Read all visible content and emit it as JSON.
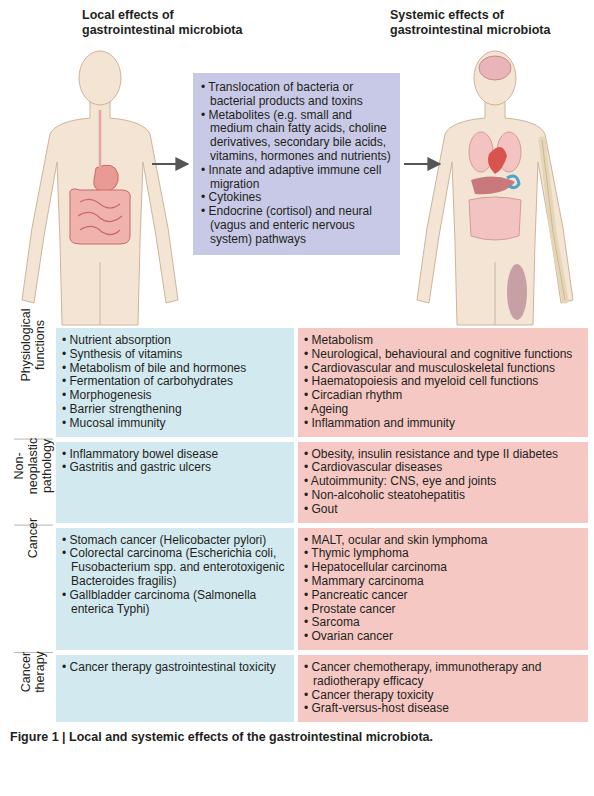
{
  "diagram": {
    "caption": "Figure 1 | Local and systemic effects of the gastrointestinal microbiota.",
    "nodes": [
      {
        "text": [
          "• Translocation of bacteria or bacterial products and toxins",
          "• Metabolites (e.g. small and medium chain fatty acids, choline derivatives, secondary bile acids, vitamins, hormones and nutrients)",
          "• Innate and adaptive immune cell migration",
          "• Cytokines",
          "• Endocrine (cortisol) and neural (vagus and enteric nervous system) pathways"
        ]
      },
      {
        "text": [
          "• Nutrient absorption",
          "• Synthesis of vitamins",
          "• Metabolism of bile and hormones",
          "• Fermentation of carbohydrates",
          "• Morphogenesis",
          "• Barrier strengthening",
          "• Mucosal immunity"
        ]
      },
      {
        "text": [
          "• Metabolism",
          "• Neurological, behavioural and cognitive functions",
          "• Cardiovascular and musculoskeletal functions",
          "• Haematopoiesis and myeloid cell functions",
          "• Circadian rhythm",
          "• Ageing",
          "• Inflammation and immunity"
        ]
      },
      {
        "text": [
          "• Inflammatory bowel disease",
          "• Gastritis and gastric ulcers"
        ]
      },
      {
        "text": [
          "• Obesity, insulin resistance and type II diabetes",
          "• Cardiovascular diseases",
          "• Autoimmunity: CNS, eye and joints",
          "• Non-alcoholic steatohepatitis",
          "• Gout"
        ]
      },
      {
        "text": [
          "• Stomach cancer (Helicobacter pylori)",
          "• Colorectal carcinoma (Escherichia coli, Fusobacterium spp. and enterotoxigenic Bacteroides fragilis)",
          "• Gallbladder carcinoma (Salmonella enterica Typhi)"
        ]
      },
      {
        "text": [
          "• MALT, ocular and skin lymphoma",
          "• Thymic lymphoma",
          "• Hepatocellular carcinoma",
          "• Mammary carcinoma",
          "• Pancreatic cancer",
          "• Prostate cancer",
          "• Sarcoma",
          "• Ovarian cancer"
        ]
      },
      {
        "text": [
          "• Cancer therapy gastrointestinal toxicity"
        ]
      },
      {
        "text": [
          "• Cancer chemotherapy, immunotherapy and radiotherapy efficacy",
          "• Cancer therapy toxicity",
          "• Graft-versus-host disease"
        ]
      }
    ],
    "labels": [
      "Local effects of gastrointestinal microbiota",
      "Systemic effects of gastrointestinal microbiota",
      "Physiological functions",
      "Non-neoplastic pathology",
      "Cancer",
      "Cancer therapy"
    ]
  }
}
